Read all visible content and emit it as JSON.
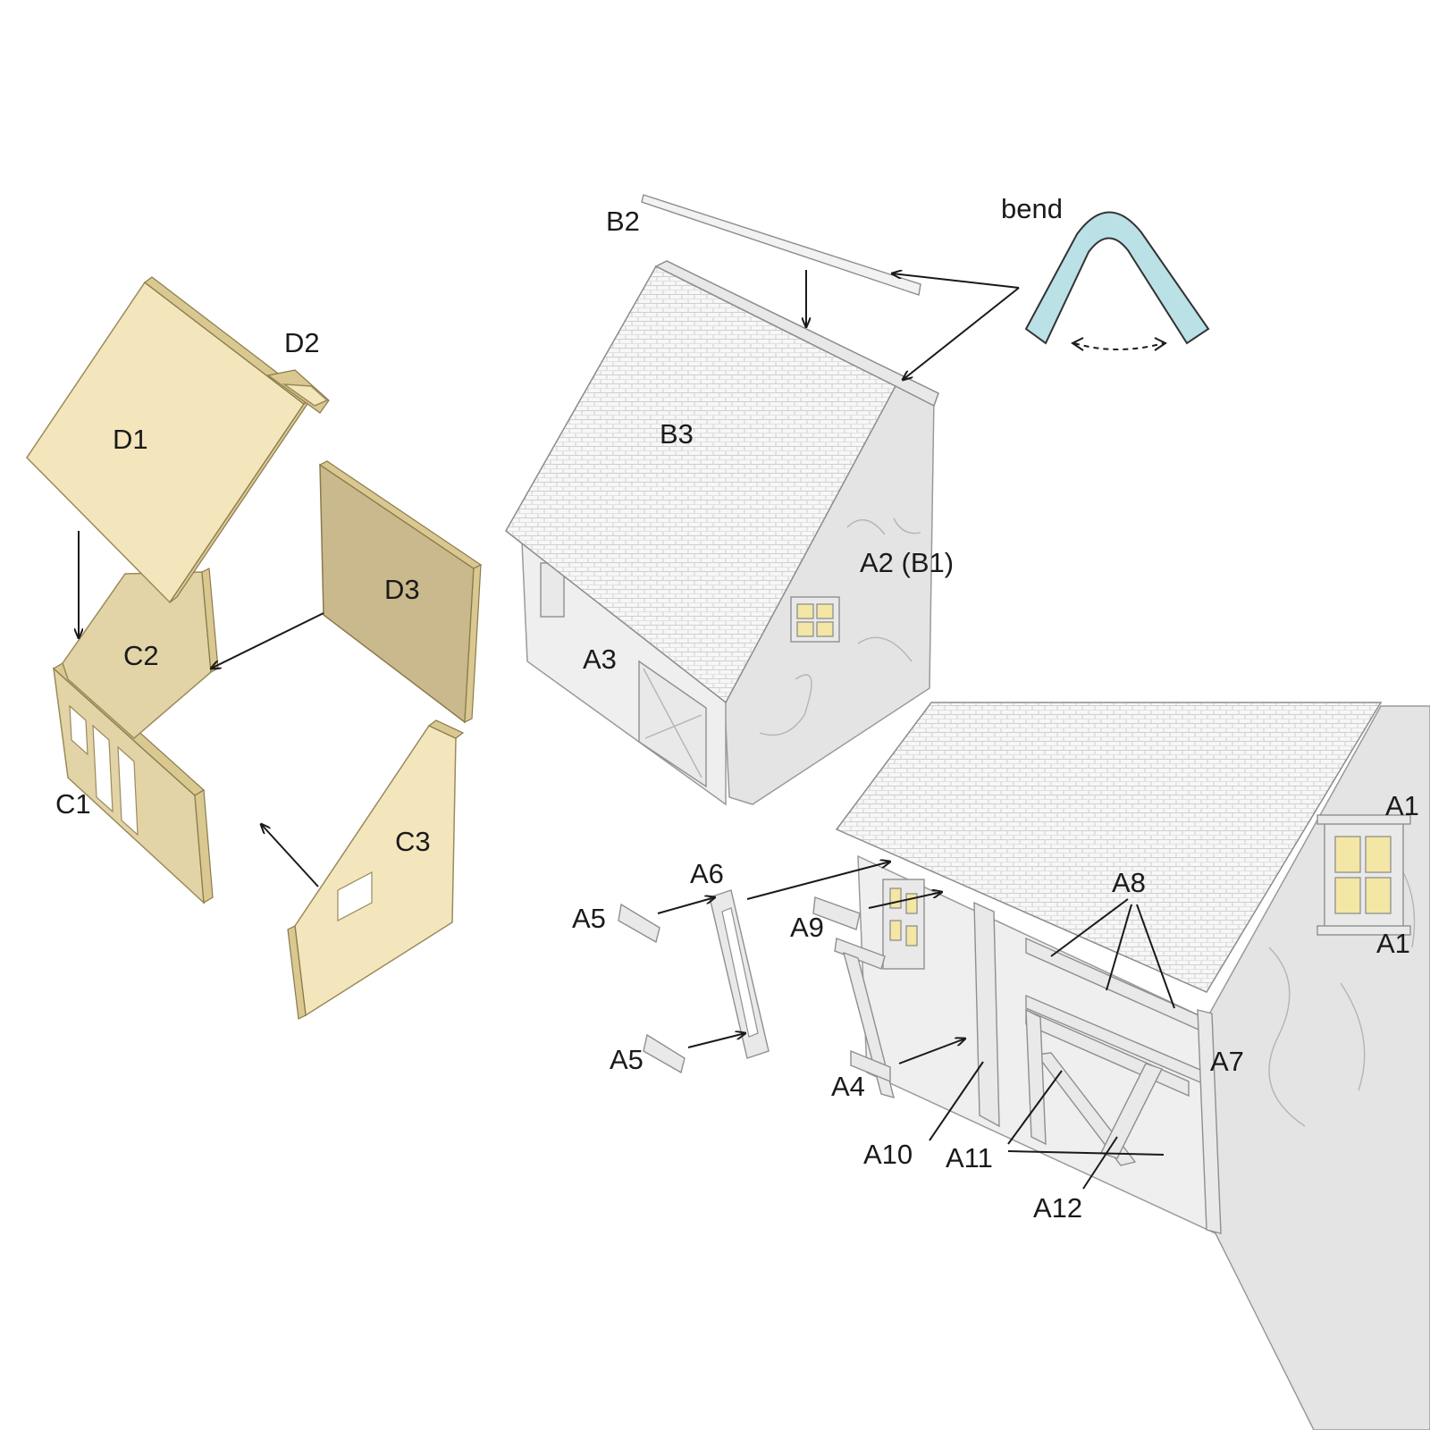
{
  "labels": {
    "d1": "D1",
    "d2": "D2",
    "d3": "D3",
    "c1": "C1",
    "c2": "C2",
    "c3": "C3",
    "b2": "B2",
    "b3": "B3",
    "bend": "bend",
    "a1_top": "A1",
    "a1_bottom": "A1",
    "a2": "A2 (B1)",
    "a3": "A3",
    "a4": "A4",
    "a5_top": "A5",
    "a5_bottom": "A5",
    "a6": "A6",
    "a7": "A7",
    "a8": "A8",
    "a9": "A9",
    "a10": "A10",
    "a11": "A11",
    "a12": "A12"
  },
  "colors": {
    "wood_light": "#f3e6bd",
    "wood_dark": "#c9b98c",
    "wall": "#efefef",
    "bend_fill": "#b9e1e6",
    "window_glass": "#f4e6a4"
  }
}
